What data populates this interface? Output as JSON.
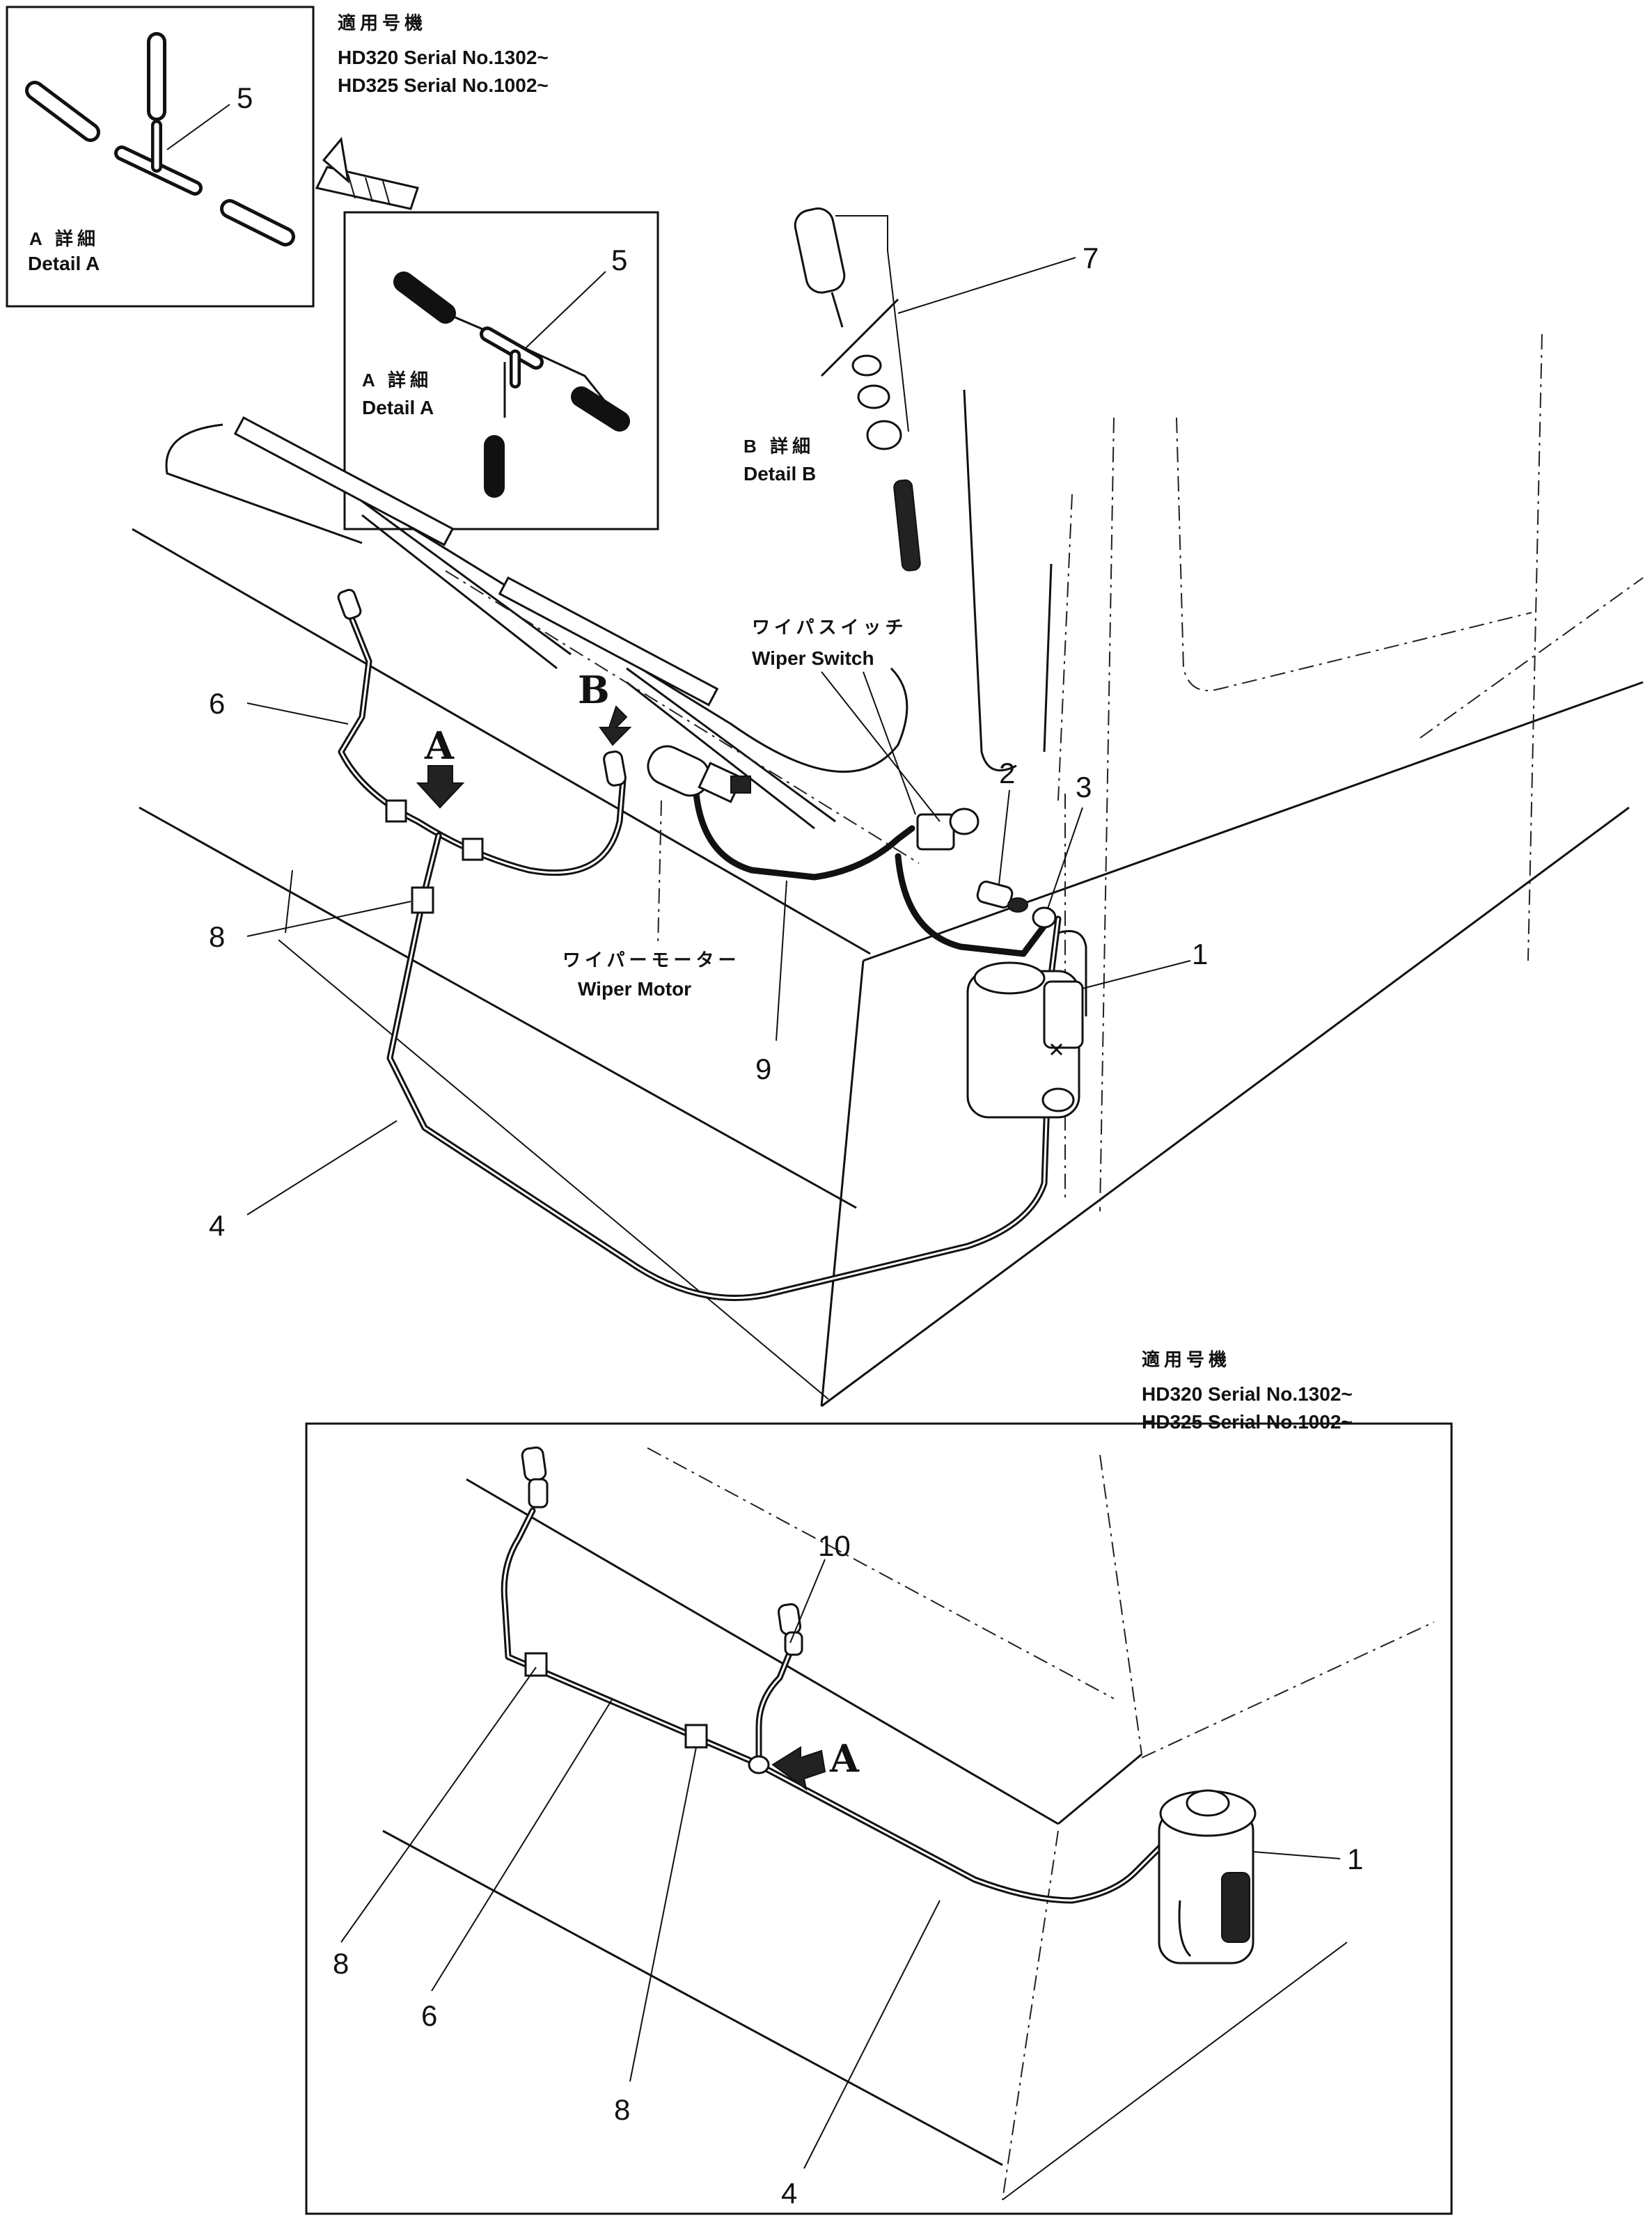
{
  "applicability_top": {
    "jp": "適用号機",
    "line1": "HD320 Serial No.1302~",
    "line2": "HD325 Serial No.1002~"
  },
  "applicability_bottom": {
    "jp": "適用号機",
    "line1": "HD320 Serial No.1302~",
    "line2": "HD325 Serial No.1002~"
  },
  "detail_a_inset_top": {
    "jp": "A 詳細",
    "en": "Detail A",
    "callout": "5"
  },
  "detail_a_inset_mid": {
    "jp": "A 詳細",
    "en": "Detail A",
    "callout": "5"
  },
  "detail_b": {
    "jp": "B 詳細",
    "en": "Detail B",
    "callout": "7"
  },
  "wiper_switch": {
    "jp": "ワイパスイッチ",
    "en": "Wiper Switch"
  },
  "wiper_motor": {
    "jp": "ワイパーモーター",
    "en": "Wiper Motor"
  },
  "view_markers": {
    "a": "A",
    "b": "B"
  },
  "upper_callouts": {
    "c1": "1",
    "c2": "2",
    "c3": "3",
    "c4": "4",
    "c6": "6",
    "c8": "8",
    "c9": "9"
  },
  "lower_callouts": {
    "c1": "1",
    "c4": "4",
    "c6": "6",
    "c8a": "8",
    "c8b": "8",
    "c10": "10",
    "arrow_a": "A"
  }
}
